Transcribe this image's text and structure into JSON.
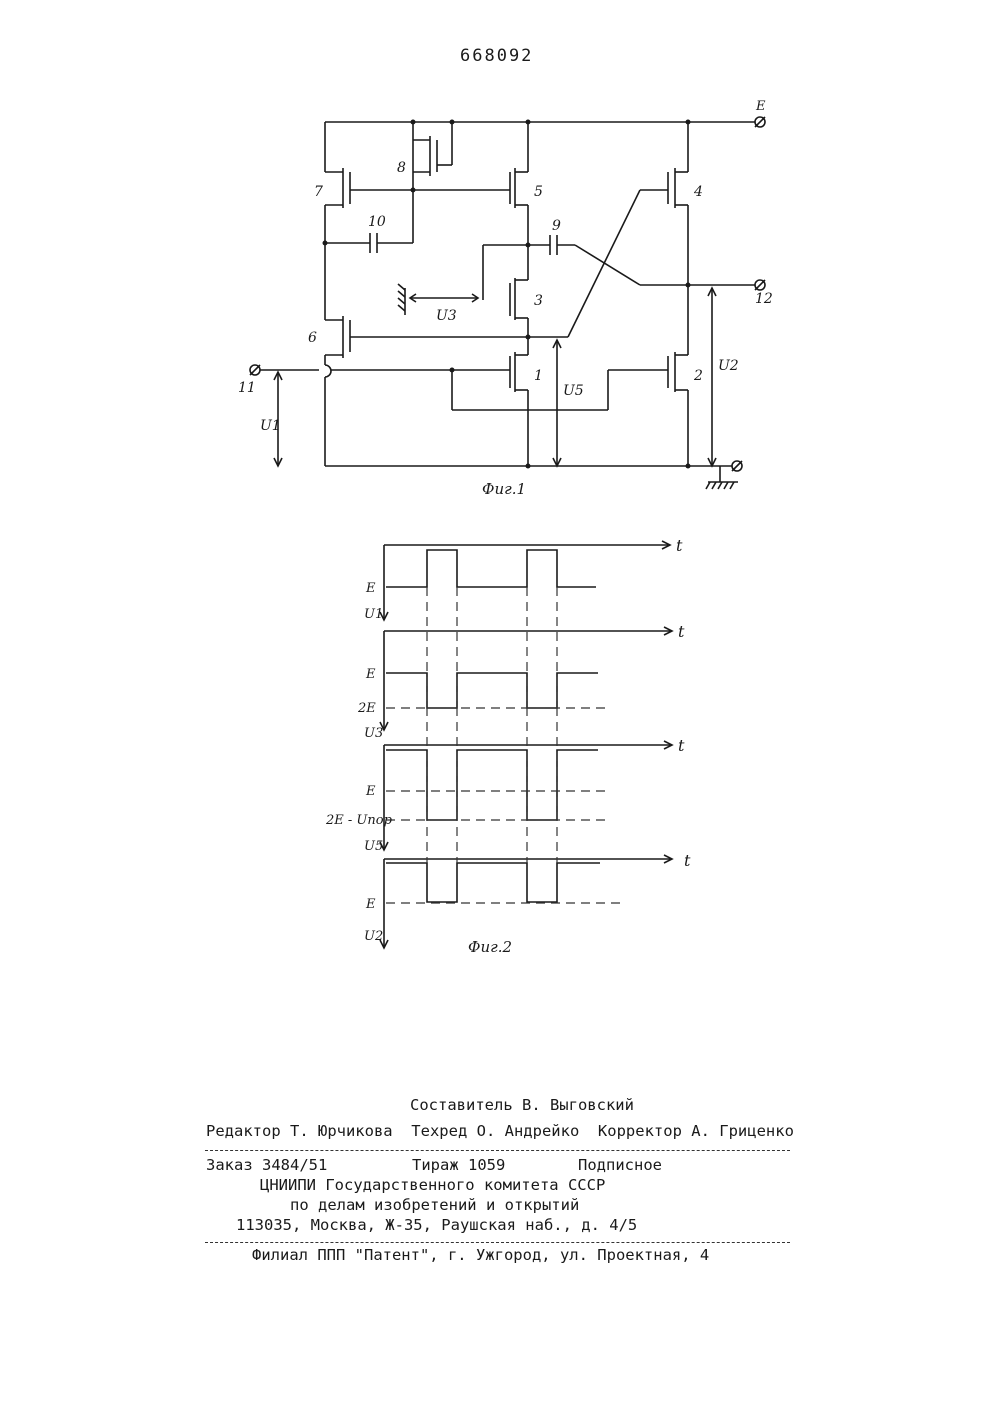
{
  "patent_number": "668092",
  "figure1": {
    "caption": "Фиг.1",
    "supply_label": "E",
    "node_labels": [
      "1",
      "2",
      "3",
      "4",
      "5",
      "6",
      "7",
      "8",
      "9",
      "10",
      "11",
      "12"
    ],
    "voltage_labels": {
      "u1": "U1",
      "u2": "U2",
      "u3": "U3",
      "u5": "U5"
    }
  },
  "figure2": {
    "caption": "Фиг.2",
    "time_label": "t",
    "level_labels": {
      "e": "E",
      "two_e": "2E",
      "two_e_minus_upor": "2E - Uпор"
    },
    "axis_labels": [
      "U1",
      "U3",
      "U5",
      "U2"
    ]
  },
  "imprint": {
    "compiler": "Составитель В. Выговский",
    "editors": "Редактор Т. Юрчикова  Техред О. Андрейко  Корректор А. Гриценко",
    "order": "Заказ 3484/51",
    "circulation": "Тираж 1059",
    "subscription": "Подписное",
    "org1": "ЦНИИПИ Государственного комитета СССР",
    "org2": "по делам изобретений и открытий",
    "address": "113035, Москва, Ж-35, Раушская наб., д. 4/5",
    "branch": "Филиал ППП \"Патент\", г. Ужгород, ул. Проектная, 4"
  }
}
